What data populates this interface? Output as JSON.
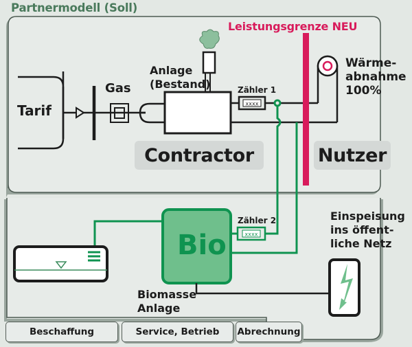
{
  "title": "Partnermodell (Soll)",
  "boundary_label": "Leistungsgrenze NEU",
  "labels": {
    "tarif": "Tarif",
    "gas": "Gas",
    "anlage_bestand_line1": "Anlage",
    "anlage_bestand_line2": "(Bestand)",
    "zaehler1": "Zähler 1",
    "zaehler2": "Zähler 2",
    "waerme_line1": "Wärme-",
    "waerme_line2": "abnahme",
    "waerme_line3": "100%",
    "bio": "Bio",
    "biomasse_line1": "Biomasse",
    "biomasse_line2": "Anlage",
    "einspeisung_line1": "Einspeisung",
    "einspeisung_line2": "ins öffent-",
    "einspeisung_line3": "liche Netz"
  },
  "roles": {
    "contractor": "Contractor",
    "nutzer": "Nutzer"
  },
  "tabs": [
    {
      "label": "Beschaffung"
    },
    {
      "label": "Service, Betrieb"
    },
    {
      "label": "Abrechnung"
    }
  ],
  "icons": {
    "smoke": "smoke-cloud-icon",
    "chimney": "chimney-icon",
    "meter": "meter-icon",
    "heat_consumer": "radiator-icon",
    "grid_feed": "lightning-icon",
    "storage_tank": "tank-icon"
  },
  "colors": {
    "background": "#e3e8e4",
    "title_green": "#4a7a5c",
    "boundary_red": "#d81b5b",
    "pipe_green": "#0f9350",
    "bio_fill": "#6fbf8c",
    "line_black": "#1c1c1c",
    "role_box": "#d4d8d6"
  }
}
